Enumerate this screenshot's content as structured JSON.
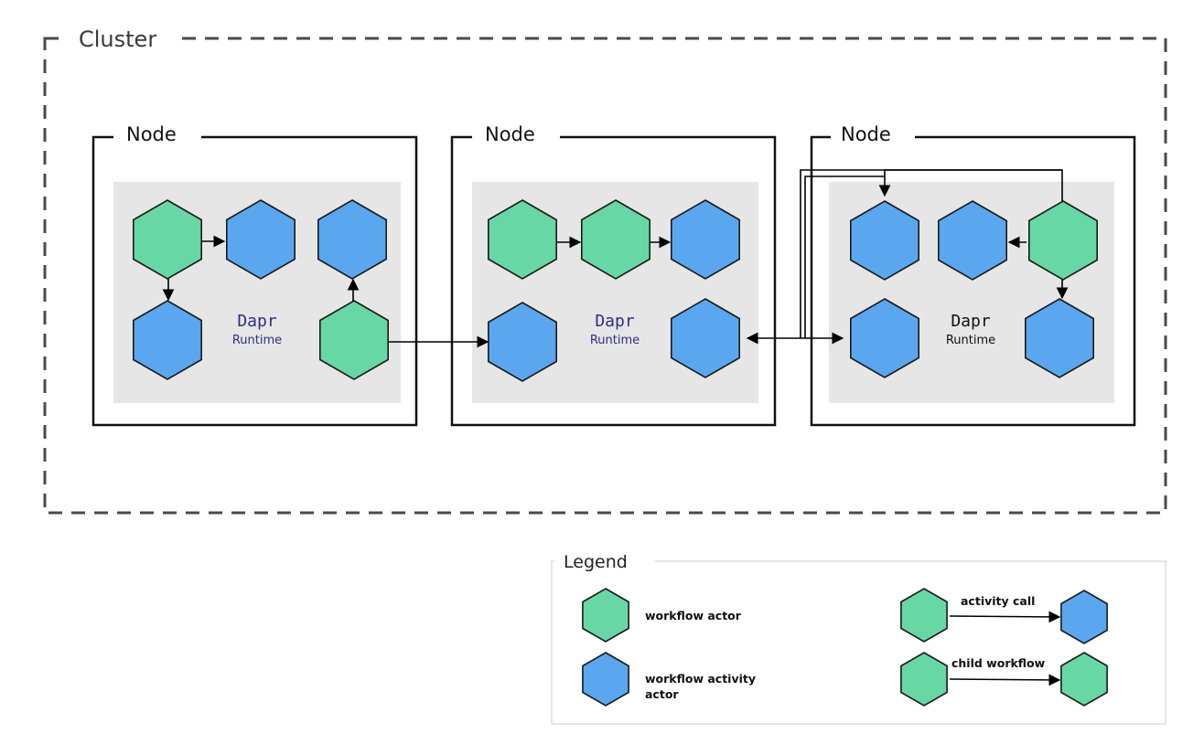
{
  "cluster": {
    "label": "Cluster"
  },
  "nodes": [
    {
      "label": "Node",
      "runtime": {
        "name": "Dapr",
        "sub": "Runtime",
        "color": "#2e2e86"
      }
    },
    {
      "label": "Node",
      "runtime": {
        "name": "Dapr",
        "sub": "Runtime",
        "color": "#2e2e86"
      }
    },
    {
      "label": "Node",
      "runtime": {
        "name": "Dapr",
        "sub": "Runtime",
        "color": "#111111"
      }
    }
  ],
  "legend": {
    "title": "Legend",
    "workflow_actor": "workflow actor",
    "activity_actor_line1": "workflow activity",
    "activity_actor_line2": "actor",
    "activity_call": "activity call",
    "child_workflow": "child workflow"
  },
  "colors": {
    "workflow_actor": "#67d7a5",
    "activity_actor": "#5aa7ef",
    "runtime_bg": "#e6e6e6",
    "stroke": "#1a1a1a"
  }
}
